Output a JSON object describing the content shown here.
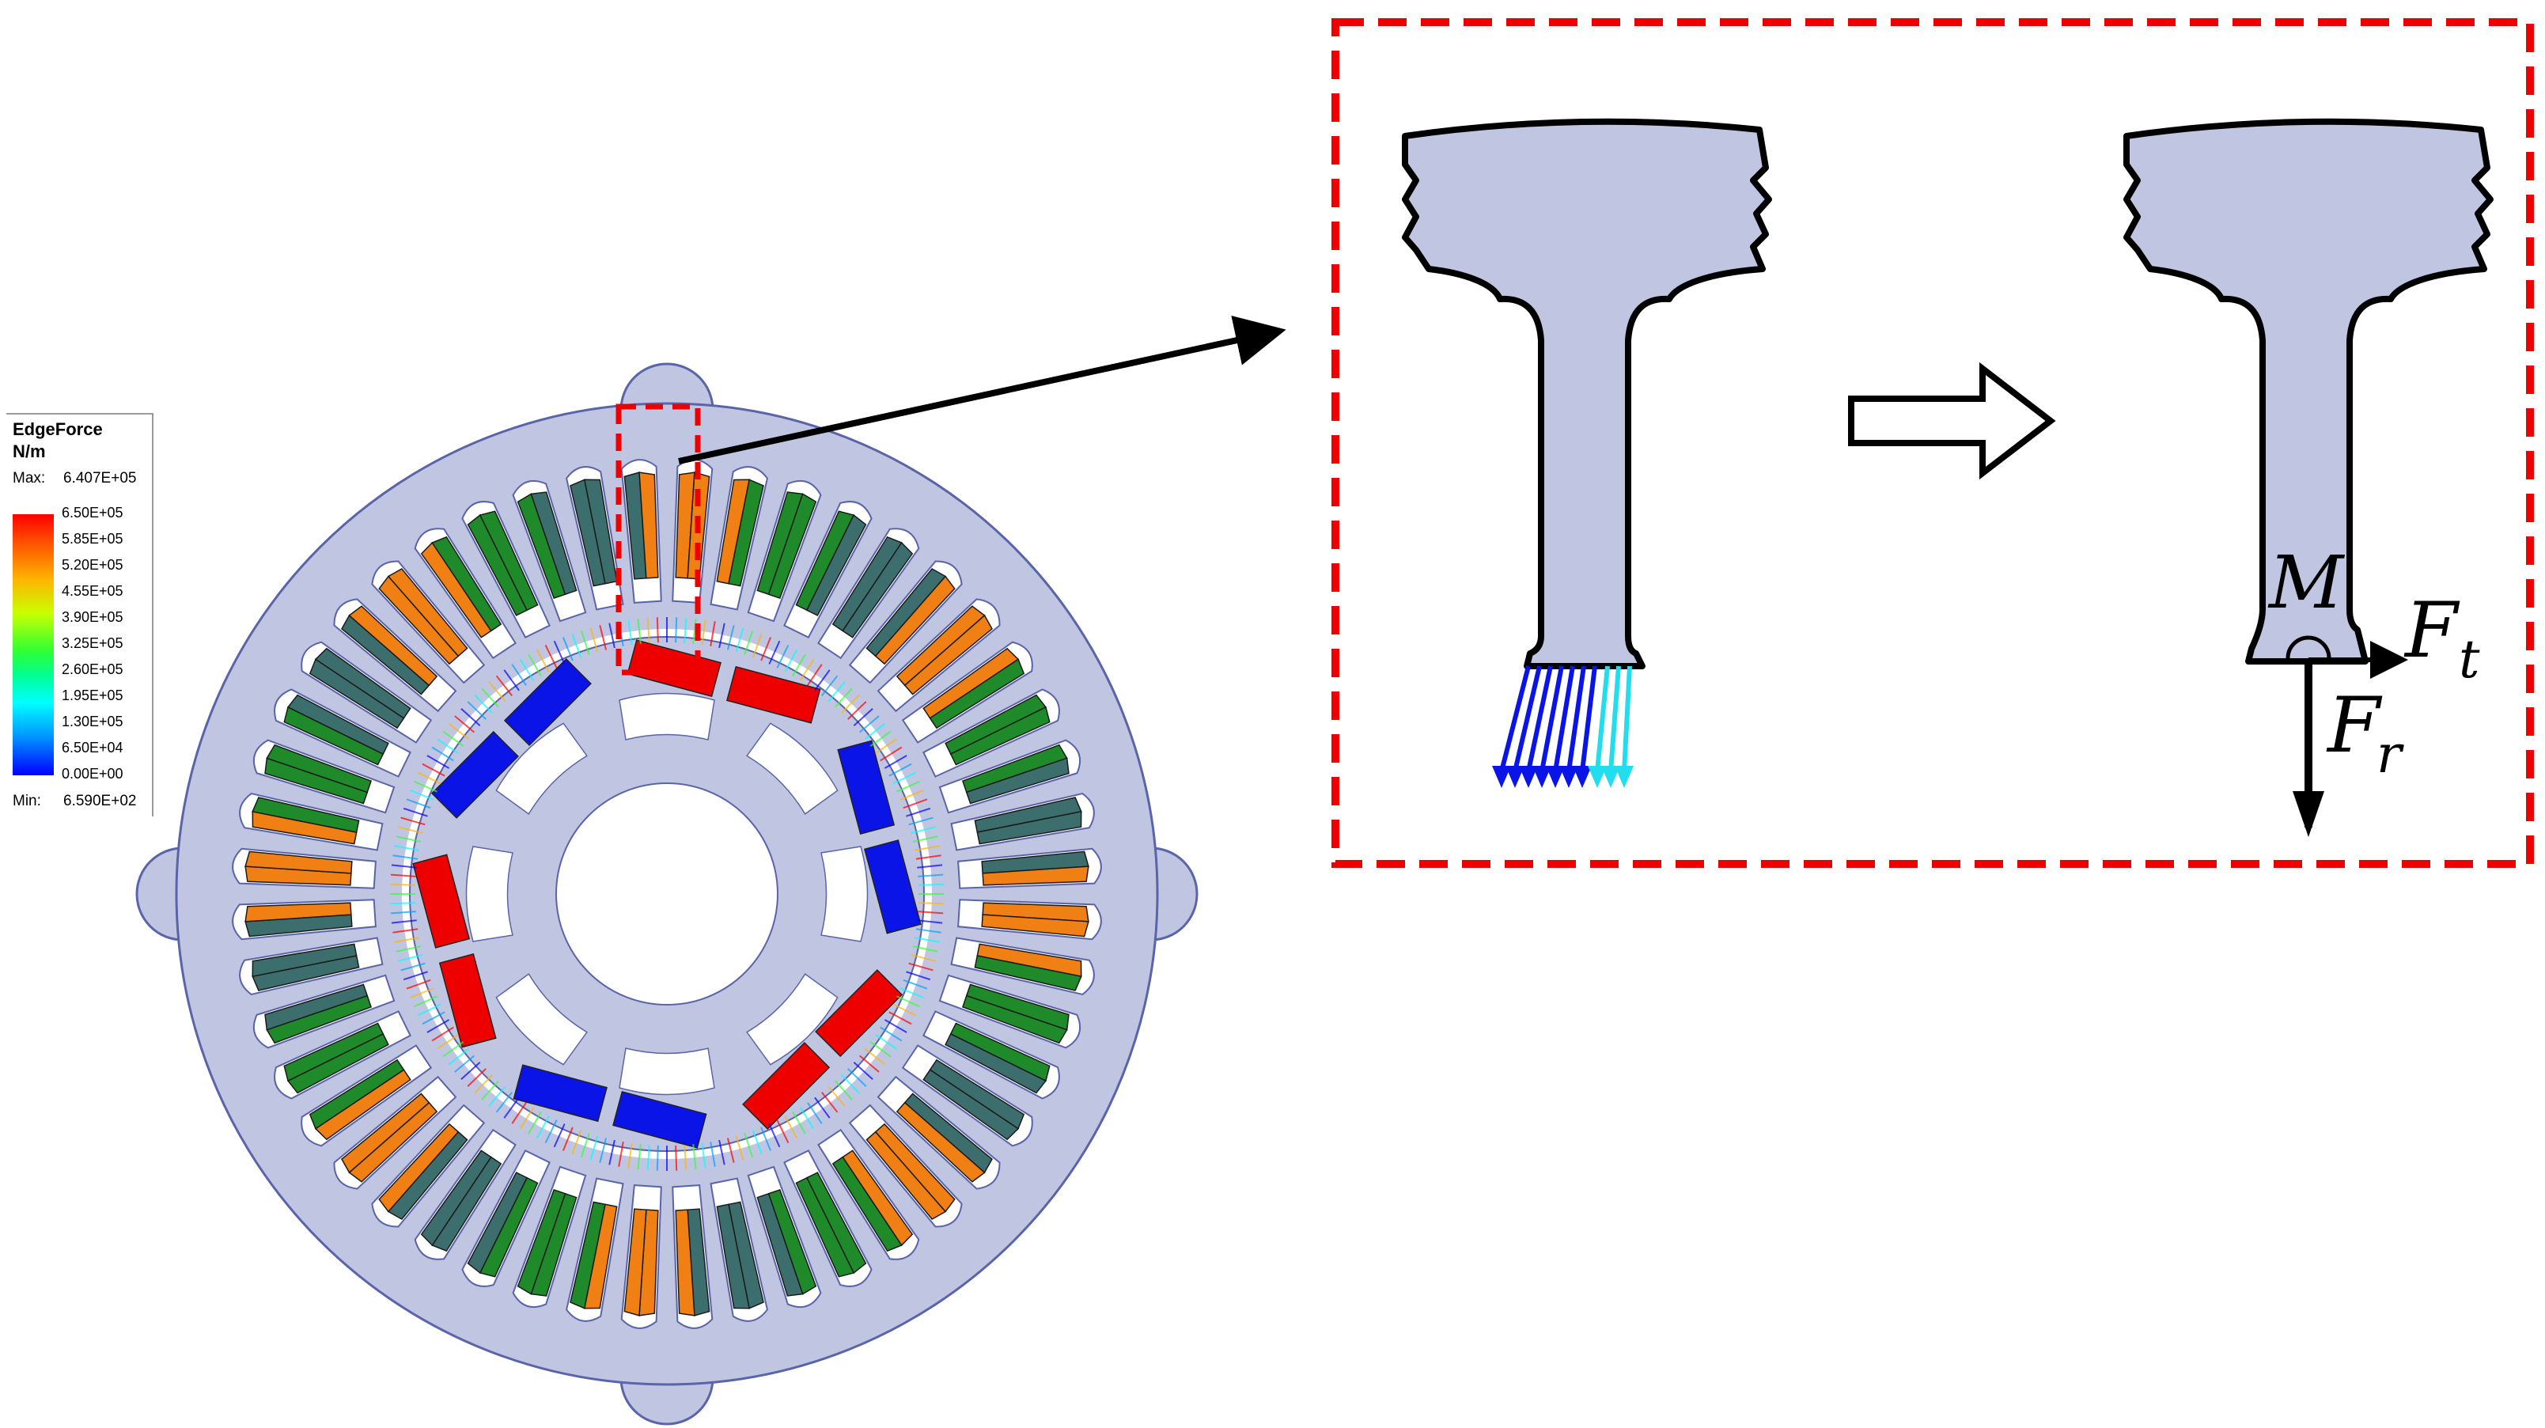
{
  "legend": {
    "title": "EdgeForce",
    "unit": "N/m",
    "max_label": "Max:",
    "max_value": "6.407E+05",
    "min_label": "Min:",
    "min_value": "6.590E+02",
    "ticks": [
      "6.50E+05",
      "5.85E+05",
      "5.20E+05",
      "4.55E+05",
      "3.90E+05",
      "3.25E+05",
      "2.60E+05",
      "1.95E+05",
      "1.30E+05",
      "6.50E+04",
      "0.00E+00"
    ],
    "colors": {
      "high": "#ff0000",
      "mid": "#32ff32",
      "low": "#0000ff"
    }
  },
  "labels": {
    "moment": "M",
    "tangential_force": "F",
    "tangential_sub": "t",
    "radial_force": "F",
    "radial_sub": "r"
  },
  "colors": {
    "lamination": "#c0c6e2",
    "highlight_box": "#ee0000",
    "coil_orange": "#f07f14",
    "coil_green": "#1f8a2a",
    "coil_teal": "#3d6e6e",
    "magnet_red": "#ee0000",
    "magnet_blue": "#0a14e6"
  }
}
